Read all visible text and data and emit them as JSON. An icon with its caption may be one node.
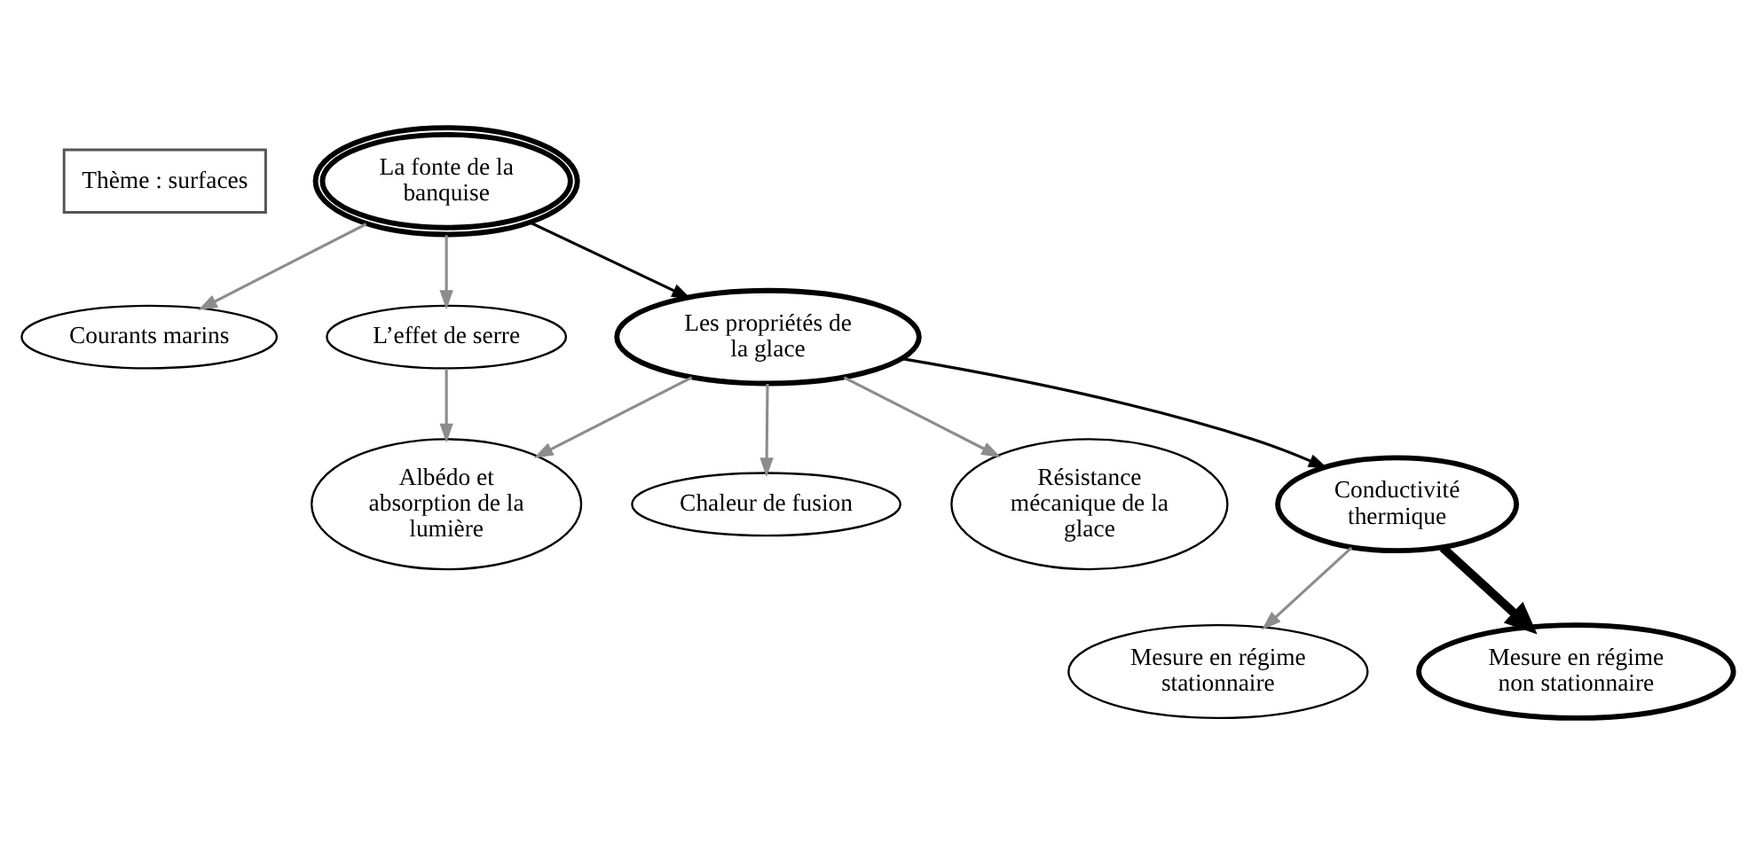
{
  "diagram": {
    "nodes": [
      {
        "text": [
          "Thème : surfaces"
        ]
      },
      {
        "text": [
          "La fonte de la banquise"
        ]
      },
      {
        "text": [
          "Courants marins"
        ]
      },
      {
        "text": [
          "L’effet de serre"
        ]
      },
      {
        "text": [
          "Les propriétés de la glace"
        ]
      },
      {
        "text": [
          "Chaleur de fusion"
        ]
      },
      {
        "text": [
          "Albédo et absorption de la lumière"
        ]
      },
      {
        "text": [
          "Résistance mécanique de la glace"
        ]
      },
      {
        "text": [
          "Conductivité thermique"
        ]
      },
      {
        "text": [
          "Mesure en régime stationnaire"
        ]
      },
      {
        "text": [
          "Mesure en régime non stationnaire"
        ]
      }
    ],
    "edges": [
      {
        "from": 1,
        "to": 2,
        "arrow": "to"
      },
      {
        "from": 1,
        "to": 3,
        "arrow": "to"
      },
      {
        "from": 1,
        "to": 4,
        "arrow": "to",
        "color": "#000000"
      },
      {
        "from": 3,
        "to": 6,
        "arrow": "to"
      },
      {
        "from": 4,
        "to": 5,
        "arrow": "to"
      },
      {
        "from": 4,
        "to": 6,
        "arrow": "to"
      },
      {
        "from": 4,
        "to": 7,
        "arrow": "to"
      },
      {
        "from": 4,
        "to": 8,
        "arrow": "to",
        "color": "#000000"
      },
      {
        "from": 8,
        "to": 9,
        "arrow": "to"
      },
      {
        "from": 8,
        "to": 10,
        "arrow": "to",
        "style": "thick",
        "color": "#000000"
      }
    ]
  }
}
